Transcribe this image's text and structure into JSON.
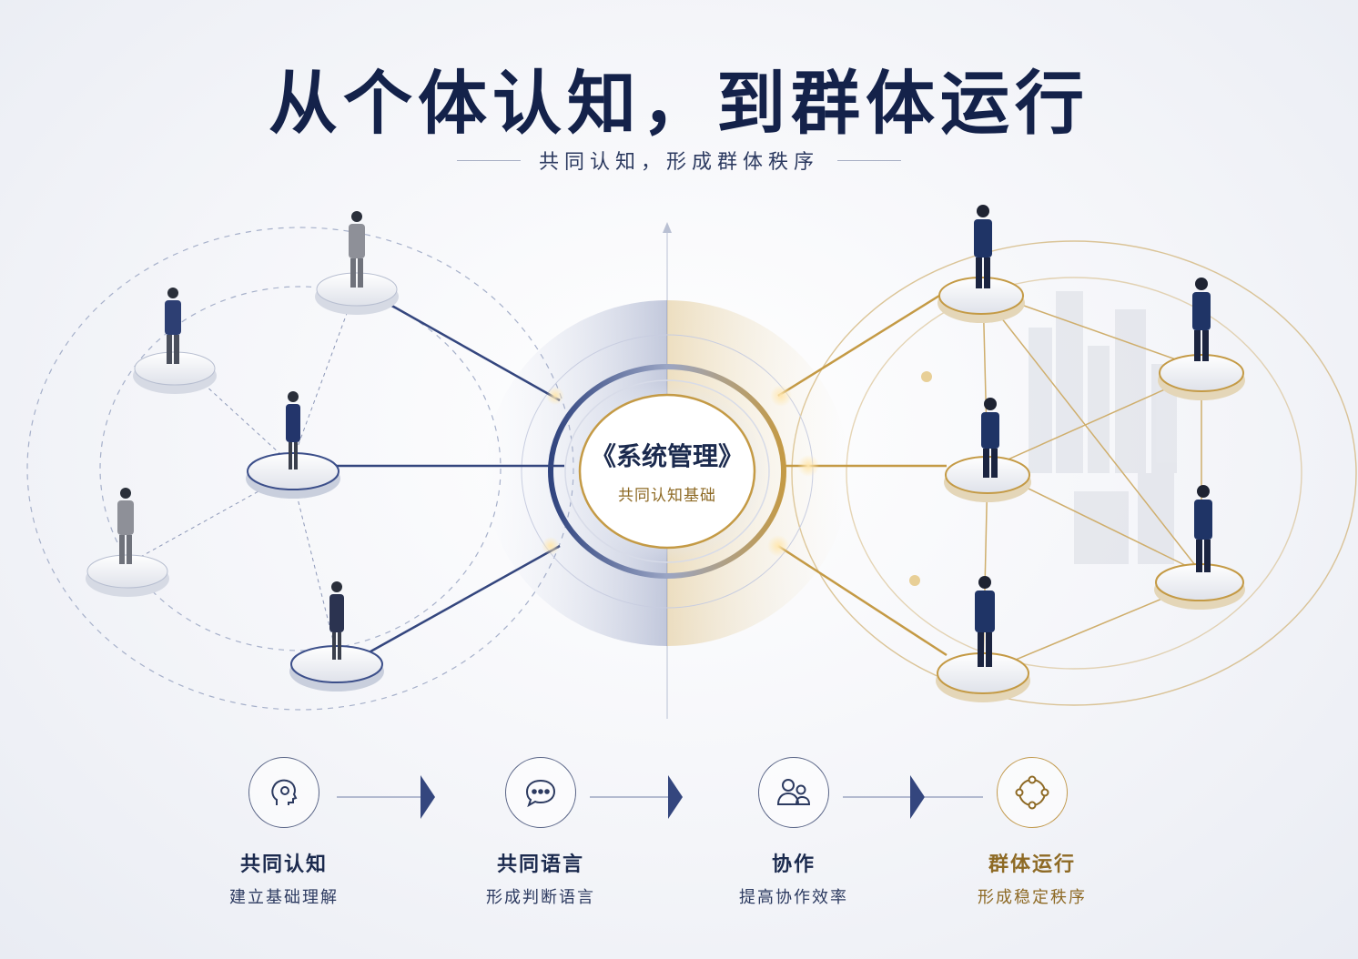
{
  "header": {
    "title": "从个体认知，到群体运行",
    "subtitle": "共同认知，形成群体秩序"
  },
  "center": {
    "title": "《系统管理》",
    "subtitle": "共同认知基础"
  },
  "steps": [
    {
      "label": "共同认知",
      "desc": "建立基础理解",
      "icon": "head-brain-icon"
    },
    {
      "label": "共同语言",
      "desc": "形成判断语言",
      "icon": "speech-bubble-icon"
    },
    {
      "label": "协作",
      "desc": "提高协作效率",
      "icon": "people-icon"
    },
    {
      "label": "群体运行",
      "desc": "形成稳定秩序",
      "icon": "cycle-icon"
    }
  ],
  "colors": {
    "navy": "#1b2a4e",
    "blue_accent": "#3c4f8a",
    "gold": "#c29a4e",
    "gold_dark": "#8e6a25"
  }
}
